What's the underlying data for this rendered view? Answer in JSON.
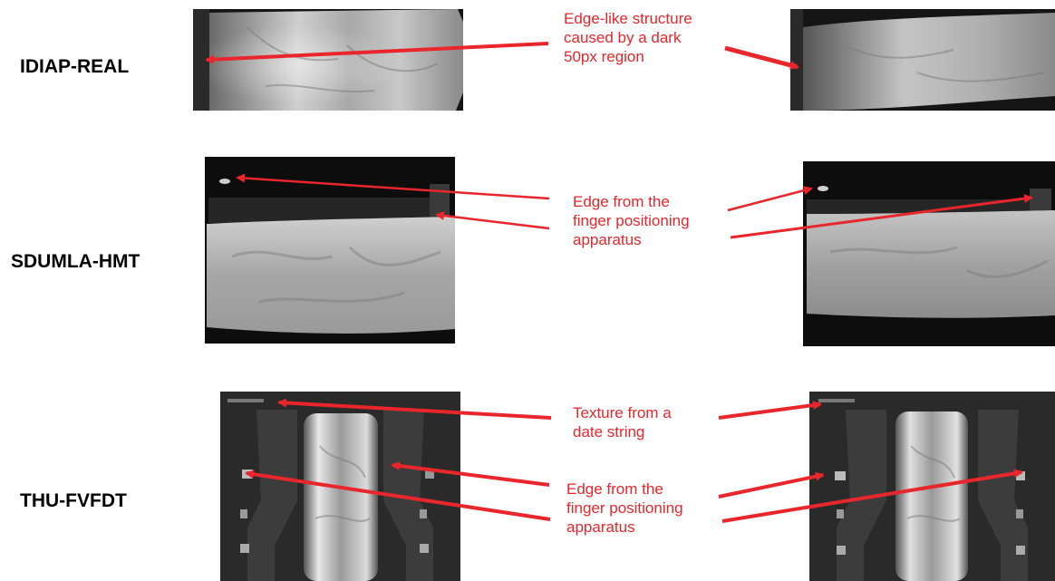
{
  "datasets": [
    {
      "label": "IDIAP-REAL"
    },
    {
      "label": "SDUMLA-HMT"
    },
    {
      "label": "THU-FVFDT"
    }
  ],
  "annotations": {
    "idiap": [
      "Edge-like structure",
      "caused by a dark",
      "50px region"
    ],
    "sdumla": [
      "Edge from the",
      "finger positioning",
      "apparatus"
    ],
    "thu_date": [
      "Texture from a",
      "date string"
    ],
    "thu_edge": [
      "Edge from the",
      "finger positioning",
      "apparatus"
    ]
  },
  "colors": {
    "annotation": "#e8262b",
    "arrow": "#e8262b",
    "label": "#000000"
  }
}
